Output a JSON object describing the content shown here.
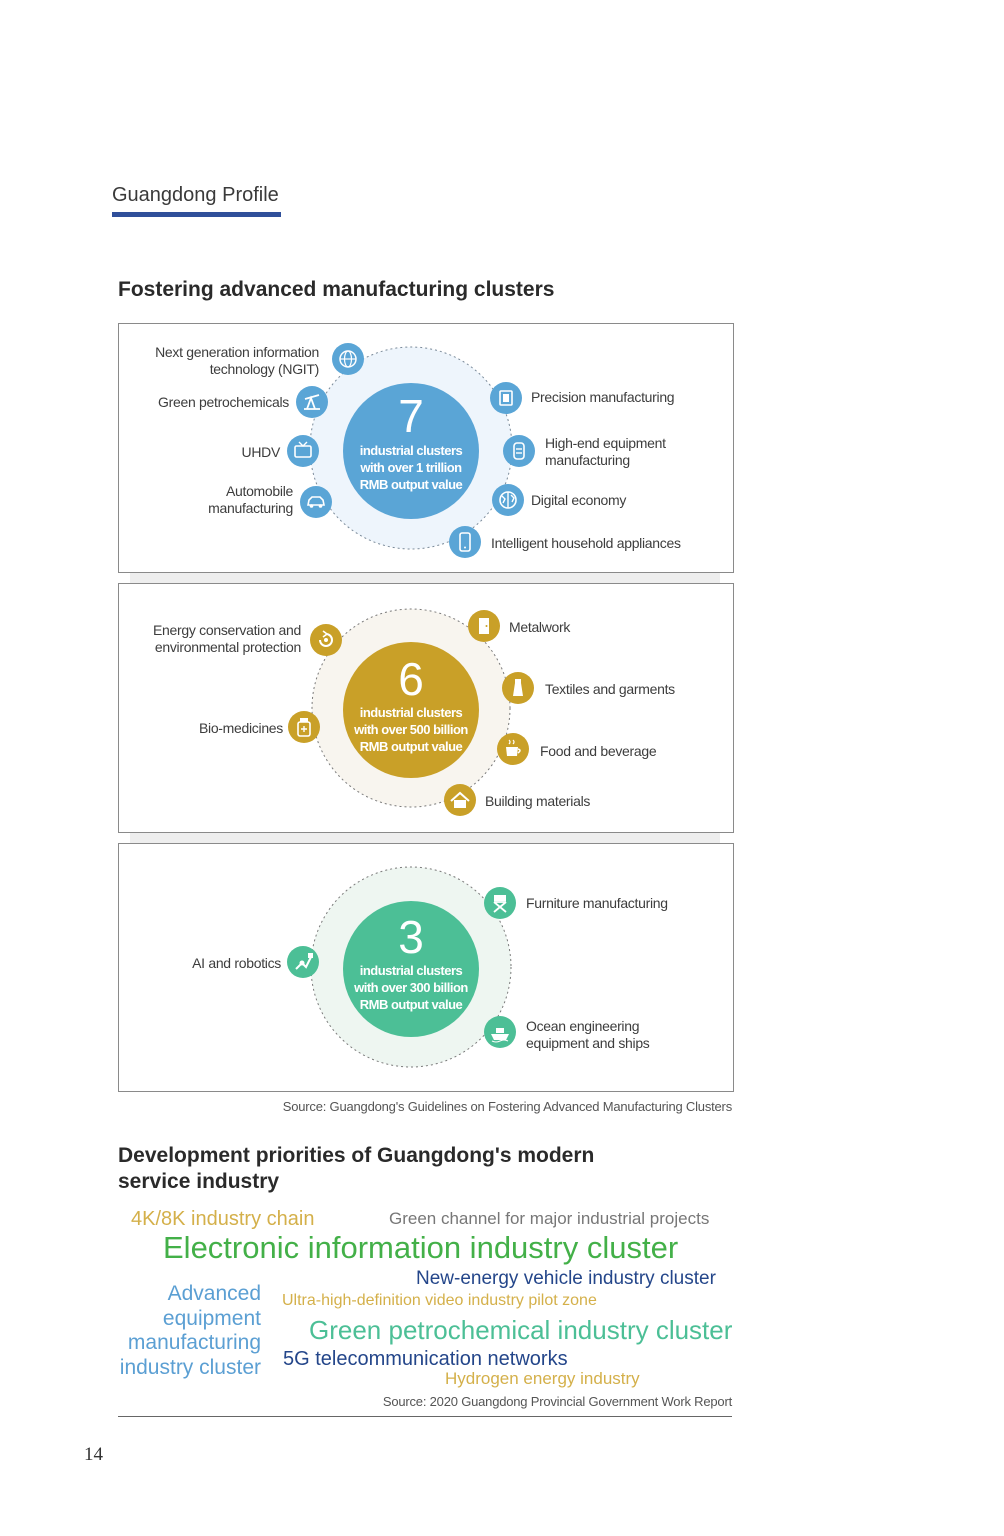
{
  "header": {
    "title": "Guangdong Profile"
  },
  "section1": {
    "title": "Fostering advanced manufacturing clusters"
  },
  "panel1": {
    "number": "7",
    "caption": [
      "industrial clusters",
      "with over 1 trillion",
      "RMB output value"
    ],
    "color": "#5aa5d6",
    "labels": {
      "ngit": [
        "Next generation information",
        "technology (NGIT)"
      ],
      "petro": "Green petrochemicals",
      "uhdv": "UHDV",
      "auto": [
        "Automobile",
        "manufacturing"
      ],
      "precision": "Precision manufacturing",
      "highend": [
        "High-end equipment",
        "manufacturing"
      ],
      "digital": "Digital economy",
      "household": "Intelligent household appliances"
    }
  },
  "panel2": {
    "number": "6",
    "caption": [
      "industrial clusters",
      "with over 500 billion",
      "RMB output value"
    ],
    "color": "#c9a028",
    "labels": {
      "energy": [
        "Energy conservation and",
        "environmental protection"
      ],
      "bio": "Bio-medicines",
      "metal": "Metalwork",
      "textile": "Textiles and garments",
      "food": "Food and beverage",
      "building": "Building materials"
    }
  },
  "panel3": {
    "number": "3",
    "caption": [
      "industrial clusters",
      "with over 300 billion",
      "RMB output value"
    ],
    "color": "#4cbf96",
    "labels": {
      "ai": "AI and robotics",
      "furniture": "Furniture manufacturing",
      "ocean": [
        "Ocean engineering",
        "equipment and ships"
      ]
    }
  },
  "source1": "Source: Guangdong's Guidelines on Fostering Advanced Manufacturing Clusters",
  "section2": {
    "title": [
      "Development priorities of Guangdong's modern",
      "service industry"
    ]
  },
  "wordcloud": {
    "w1": "4K/8K industry chain",
    "w2": "Green channel for major industrial projects",
    "w3": "Electronic information industry cluster",
    "w4": "New-energy vehicle industry cluster",
    "w5": [
      "Advanced",
      "equipment",
      "manufacturing",
      "industry cluster"
    ],
    "w6": "Ultra-high-definition video industry pilot zone",
    "w7": "Green petrochemical industry cluster",
    "w8": "5G telecommunication networks",
    "w9": "Hydrogen energy industry"
  },
  "source2": "Source: 2020 Guangdong Provincial Government Work Report",
  "page_number": "14"
}
